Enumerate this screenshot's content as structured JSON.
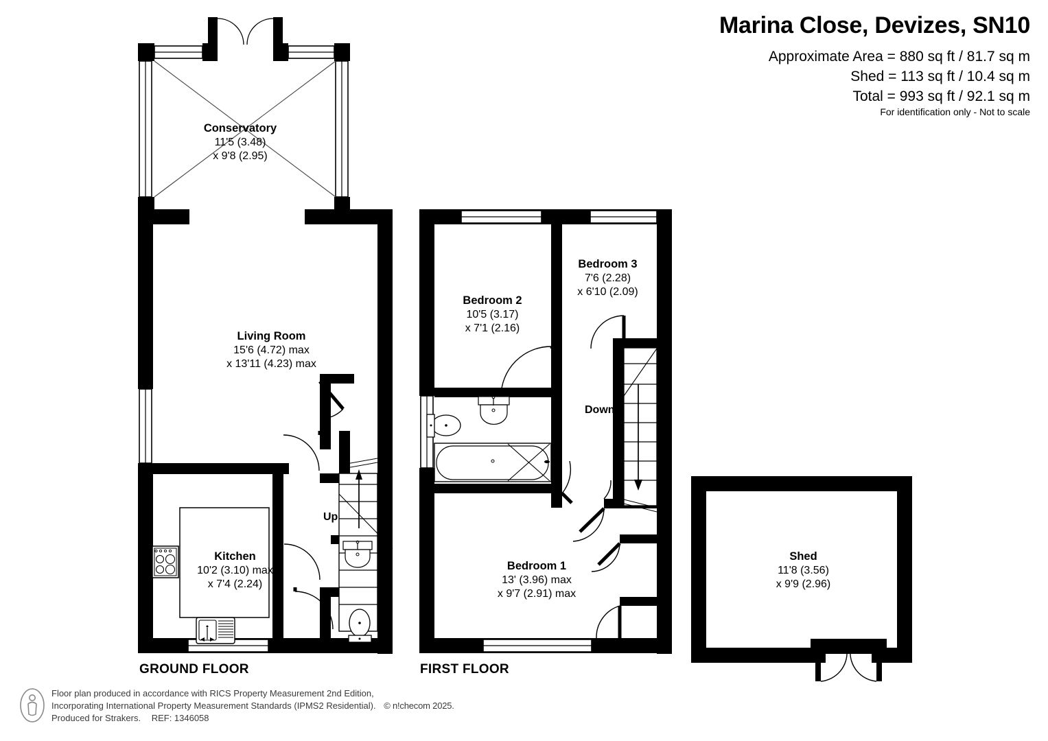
{
  "header": {
    "title": "Marina Close, Devizes, SN10",
    "area_lines": [
      "Approximate Area = 880 sq ft / 81.7 sq m",
      "Shed = 113 sq ft / 10.4 sq m",
      "Total = 993 sq ft / 92.1 sq m"
    ],
    "disclaimer": "For identification only - Not to scale"
  },
  "floors": [
    {
      "label": "GROUND FLOOR"
    },
    {
      "label": "FIRST FLOOR"
    }
  ],
  "rooms": [
    {
      "name": "Conservatory",
      "dim1": "11'5 (3.48)",
      "dim2": "x 9'8 (2.95)"
    },
    {
      "name": "Living Room",
      "dim1": "15'6 (4.72) max",
      "dim2": "x 13'11 (4.23) max"
    },
    {
      "name": "Kitchen",
      "dim1": "10'2 (3.10) max",
      "dim2": "x 7'4 (2.24)"
    },
    {
      "name": "Bedroom 2",
      "dim1": "10'5 (3.17)",
      "dim2": "x 7'1 (2.16)"
    },
    {
      "name": "Bedroom 3",
      "dim1": "7'6 (2.28)",
      "dim2": "x 6'10 (2.09)"
    },
    {
      "name": "Bedroom 1",
      "dim1": "13' (3.96) max",
      "dim2": "x 9'7 (2.91) max"
    },
    {
      "name": "Shed",
      "dim1": "11'8 (3.56)",
      "dim2": "x 9'9 (2.96)"
    }
  ],
  "stairs": [
    {
      "label": "Up"
    },
    {
      "label": "Down"
    }
  ],
  "footer": {
    "line1": "Floor plan produced in accordance with RICS Property Measurement 2nd Edition,",
    "line2a": "Incorporating International Property Measurement Standards (IPMS2 Residential).",
    "copyright": "© n!checom 2025.",
    "line3": "Produced for Strakers.",
    "ref": "REF: 1346058"
  },
  "colors": {
    "wall": "#000000",
    "paper": "#ffffff",
    "thin": "#000000",
    "footer_text": "#3a3a3a"
  }
}
